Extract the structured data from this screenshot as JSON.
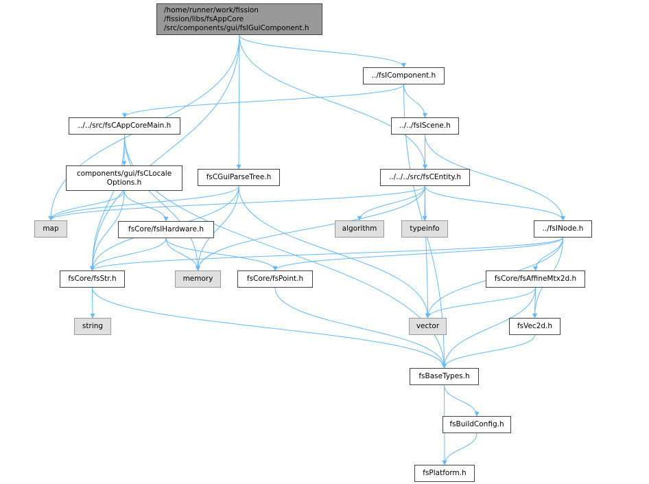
{
  "diagram": {
    "edge_color": "#63b8ff",
    "nodes": [
      {
        "id": "root",
        "label": "/home/runner/work/fission\n/fission/libs/fsAppCore\n/src/components/gui/fsIGuiComponent.h",
        "kind": "root"
      },
      {
        "id": "ficomponent",
        "label": "../fsIComponent.h",
        "kind": "file"
      },
      {
        "id": "appcoremain",
        "label": "../../src/fsCAppCoreMain.h",
        "kind": "file"
      },
      {
        "id": "fiscene",
        "label": "../../fsIScene.h",
        "kind": "file"
      },
      {
        "id": "localeopts",
        "label": "components/gui/fsCLocale\nOptions.h",
        "kind": "file"
      },
      {
        "id": "guiparse",
        "label": "fsCGuiParseTree.h",
        "kind": "file"
      },
      {
        "id": "centity",
        "label": "../../../src/fsCEntity.h",
        "kind": "file"
      },
      {
        "id": "map",
        "label": "map",
        "kind": "system"
      },
      {
        "id": "hardware",
        "label": "fsCore/fsIHardware.h",
        "kind": "file"
      },
      {
        "id": "algorithm",
        "label": "algorithm",
        "kind": "system"
      },
      {
        "id": "typeinfo",
        "label": "typeinfo",
        "kind": "system"
      },
      {
        "id": "inode",
        "label": "../fsINode.h",
        "kind": "file"
      },
      {
        "id": "fsstr",
        "label": "fsCore/fsStr.h",
        "kind": "file"
      },
      {
        "id": "memory",
        "label": "memory",
        "kind": "system"
      },
      {
        "id": "point",
        "label": "fsCore/fsPoint.h",
        "kind": "file"
      },
      {
        "id": "affine",
        "label": "fsCore/fsAffineMtx2d.h",
        "kind": "file"
      },
      {
        "id": "string",
        "label": "string",
        "kind": "system"
      },
      {
        "id": "vector",
        "label": "vector",
        "kind": "system"
      },
      {
        "id": "vec2d",
        "label": "fsVec2d.h",
        "kind": "file"
      },
      {
        "id": "basetypes",
        "label": "fsBaseTypes.h",
        "kind": "file"
      },
      {
        "id": "buildconfig",
        "label": "fsBuildConfig.h",
        "kind": "file"
      },
      {
        "id": "platform",
        "label": "fsPlatform.h",
        "kind": "file"
      }
    ],
    "edges": [
      [
        "root",
        "ficomponent"
      ],
      [
        "root",
        "guiparse"
      ],
      [
        "root",
        "centity"
      ],
      [
        "root",
        "map"
      ],
      [
        "root",
        "fsstr"
      ],
      [
        "ficomponent",
        "appcoremain"
      ],
      [
        "ficomponent",
        "fiscene"
      ],
      [
        "ficomponent",
        "basetypes"
      ],
      [
        "appcoremain",
        "localeopts"
      ],
      [
        "appcoremain",
        "fsstr"
      ],
      [
        "appcoremain",
        "memory"
      ],
      [
        "appcoremain",
        "basetypes"
      ],
      [
        "fiscene",
        "centity"
      ],
      [
        "fiscene",
        "inode"
      ],
      [
        "localeopts",
        "map"
      ],
      [
        "localeopts",
        "hardware"
      ],
      [
        "localeopts",
        "fsstr"
      ],
      [
        "guiparse",
        "map"
      ],
      [
        "guiparse",
        "fsstr"
      ],
      [
        "guiparse",
        "memory"
      ],
      [
        "guiparse",
        "vector"
      ],
      [
        "centity",
        "map"
      ],
      [
        "centity",
        "algorithm"
      ],
      [
        "centity",
        "typeinfo"
      ],
      [
        "centity",
        "inode"
      ],
      [
        "centity",
        "memory"
      ],
      [
        "centity",
        "vector"
      ],
      [
        "hardware",
        "fsstr"
      ],
      [
        "hardware",
        "memory"
      ],
      [
        "hardware",
        "point"
      ],
      [
        "inode",
        "fsstr"
      ],
      [
        "inode",
        "point"
      ],
      [
        "inode",
        "affine"
      ],
      [
        "inode",
        "vector"
      ],
      [
        "inode",
        "vec2d"
      ],
      [
        "fsstr",
        "string"
      ],
      [
        "fsstr",
        "basetypes"
      ],
      [
        "point",
        "basetypes"
      ],
      [
        "affine",
        "vector"
      ],
      [
        "affine",
        "vec2d"
      ],
      [
        "affine",
        "basetypes"
      ],
      [
        "vec2d",
        "basetypes"
      ],
      [
        "basetypes",
        "buildconfig"
      ],
      [
        "basetypes",
        "platform"
      ],
      [
        "buildconfig",
        "platform"
      ]
    ]
  }
}
